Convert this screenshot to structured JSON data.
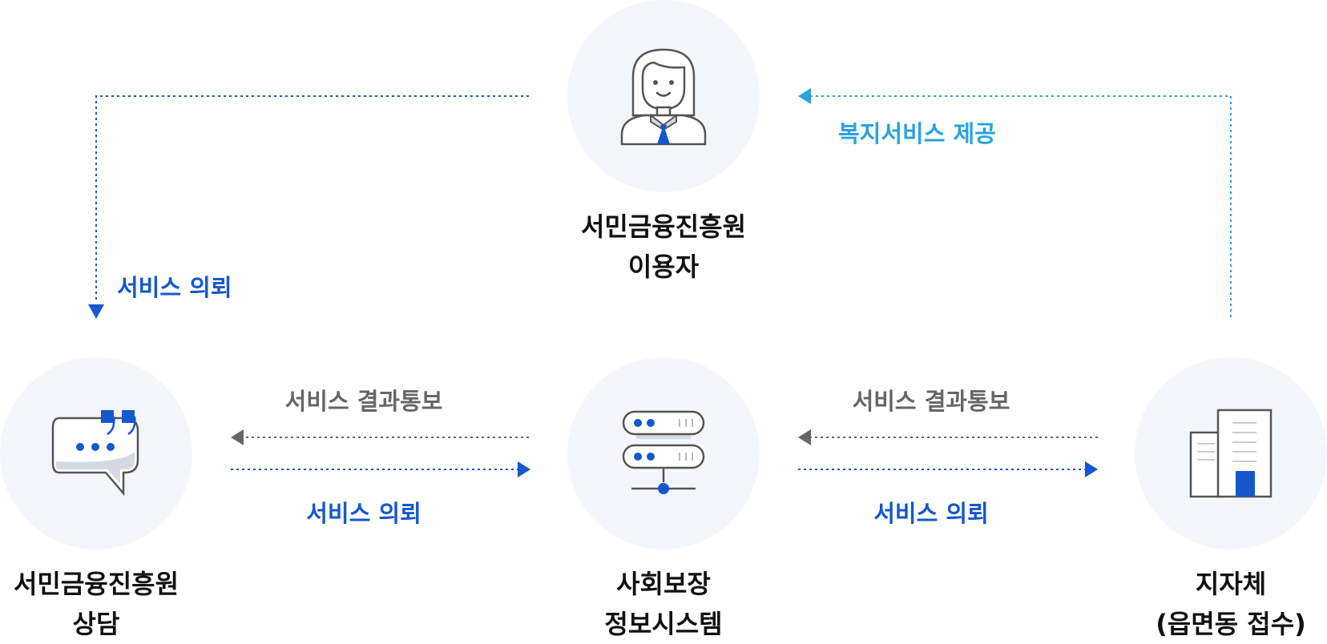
{
  "colors": {
    "accent_blue": "#1657cc",
    "light_blue": "#2aa2de",
    "gray": "#666666",
    "circle_bg": "#f3f7fc"
  },
  "nodes": {
    "user": {
      "icon": "person-icon",
      "line1": "서민금융진흥원",
      "line2": "이용자"
    },
    "consult": {
      "icon": "chat-bubble-icon",
      "line1": "서민금융진흥원",
      "line2": "상담"
    },
    "system": {
      "icon": "server-icon",
      "line1": "사회보장",
      "line2": "정보시스템"
    },
    "local_gov": {
      "icon": "building-icon",
      "line1": "지자체",
      "line2": "(읍면동 접수)"
    }
  },
  "edges": {
    "user_to_consult": "서비스 의뢰",
    "gov_to_user": "복지서비스 제공",
    "system_to_consult_result": "서비스 결과통보",
    "consult_to_system_request": "서비스 의뢰",
    "gov_to_system_result": "서비스 결과통보",
    "system_to_gov_request": "서비스 의뢰"
  }
}
